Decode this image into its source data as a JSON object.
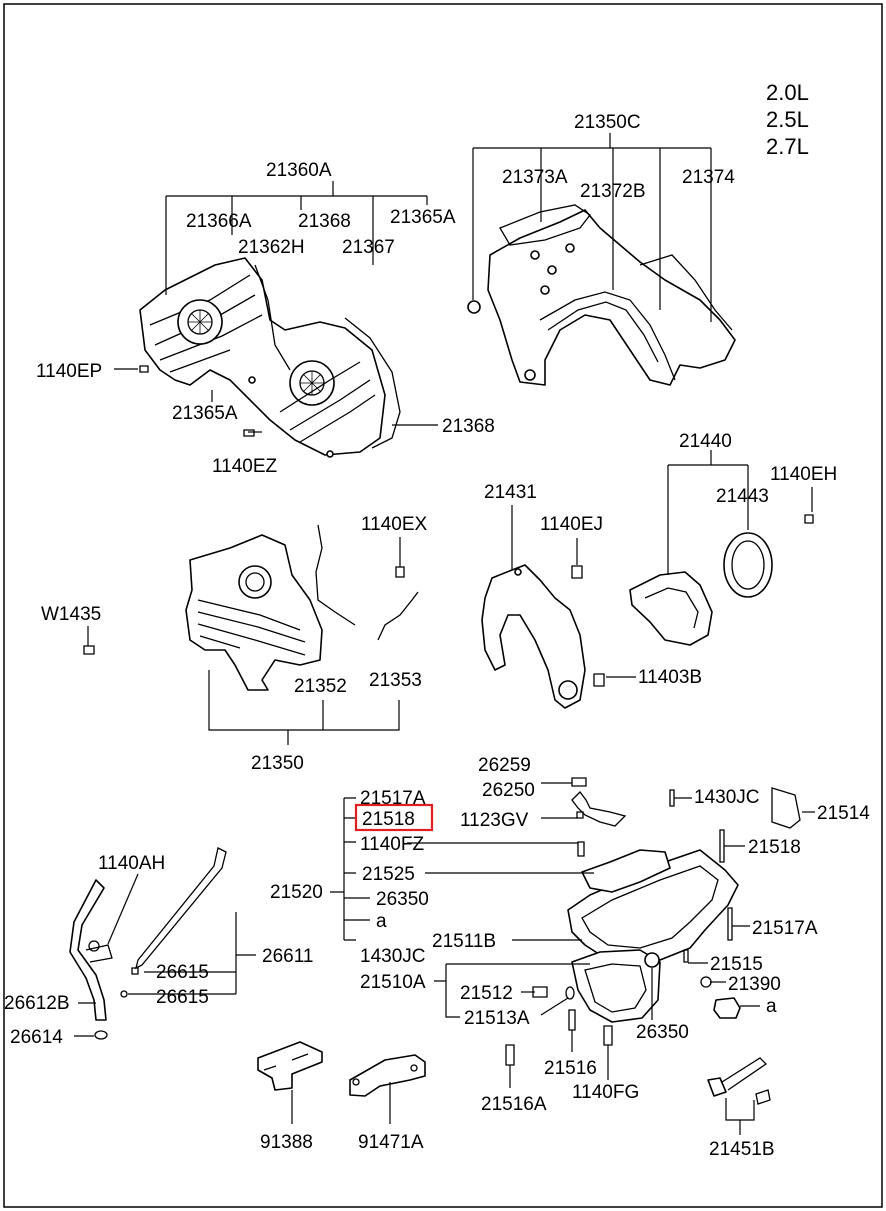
{
  "engine_variants": [
    "2.0L",
    "2.5L",
    "2.7L"
  ],
  "highlighted_part": "21518",
  "labels": {
    "p21360A": "21360A",
    "p21366A": "21366A",
    "p21368a": "21368",
    "p21365A_top": "21365A",
    "p21362H": "21362H",
    "p21367": "21367",
    "p1140EP": "1140EP",
    "p21365A_bot": "21365A",
    "p1140EZ": "1140EZ",
    "p21368b": "21368",
    "p21350C": "21350C",
    "p21373A": "21373A",
    "p21372B": "21372B",
    "p21374": "21374",
    "p21440": "21440",
    "p1140EH": "1140EH",
    "p21443": "21443",
    "p21431": "21431",
    "p1140EJ": "1140EJ",
    "p11403B": "11403B",
    "p1140EX": "1140EX",
    "pW1435": "W1435",
    "p21352": "21352",
    "p21353": "21353",
    "p21350": "21350",
    "p26259": "26259",
    "p26250": "26250",
    "p1123GV": "1123GV",
    "p1430JC_top": "1430JC",
    "p21514": "21514",
    "p21517A_list": "21517A",
    "p21518_list": "21518",
    "p1140FZ": "1140FZ",
    "p21525": "21525",
    "p21520": "21520",
    "p26350_list": "26350",
    "pa_list": "a",
    "p1430JC_list": "1430JC",
    "p21511B": "21511B",
    "p21510A": "21510A",
    "p21512": "21512",
    "p21513A": "21513A",
    "p21518_right": "21518",
    "p21517A_right": "21517A",
    "p21515": "21515",
    "p21390": "21390",
    "pa_right": "a",
    "p26350_bot": "26350",
    "p21516": "21516",
    "p1140FG": "1140FG",
    "p21516A": "21516A",
    "p1140AH": "1140AH",
    "p26611": "26611",
    "p26615a": "26615",
    "p26615b": "26615",
    "p26612B": "26612B",
    "p26614": "26614",
    "p91388": "91388",
    "p91471A": "91471A",
    "p21451B": "21451B"
  }
}
